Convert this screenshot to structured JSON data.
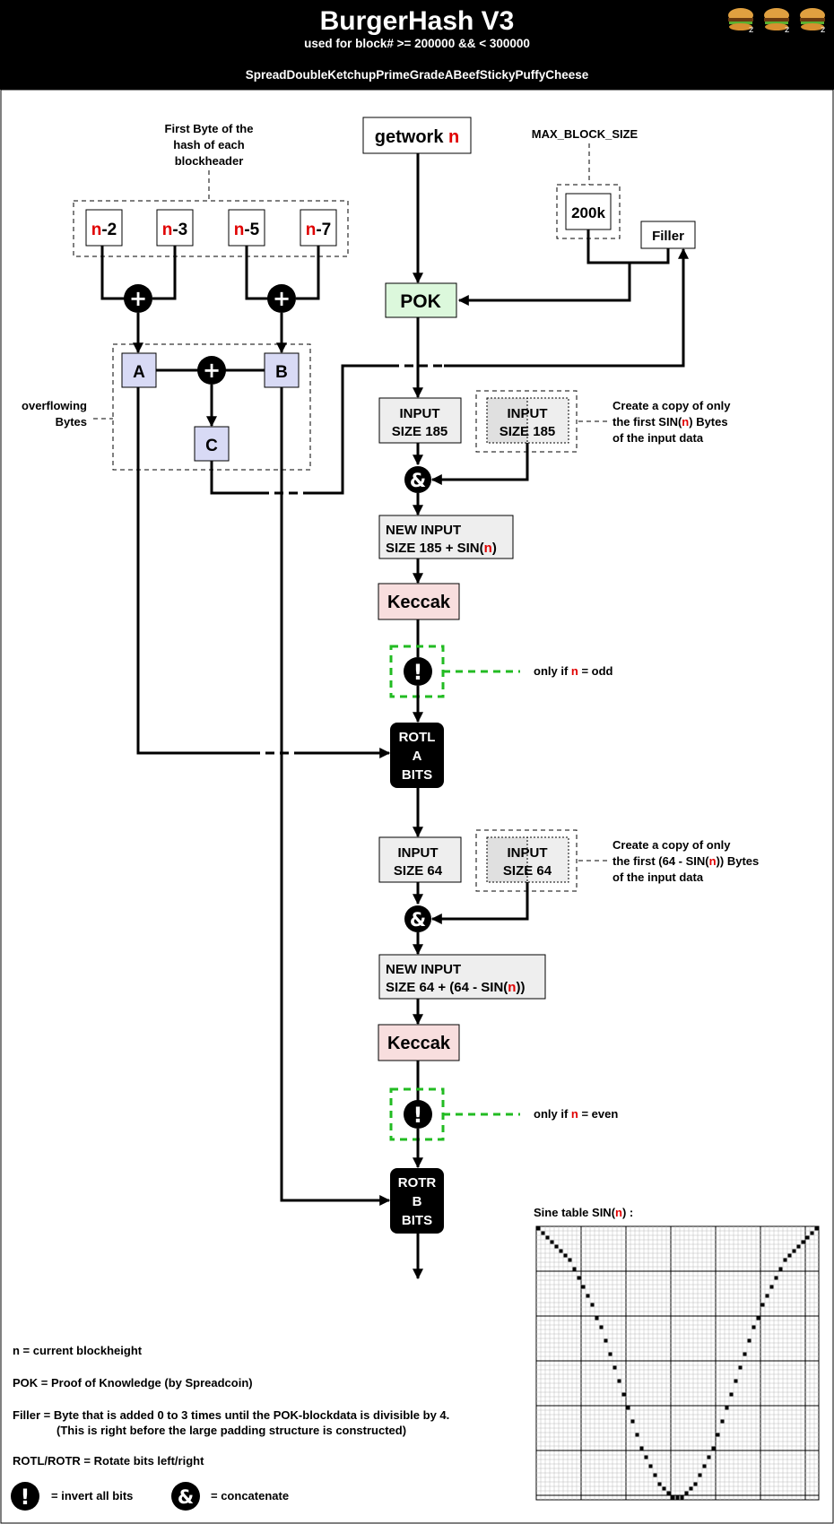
{
  "header": {
    "title": "BurgerHash V3",
    "subtitle": "used for block# >= 200000 && < 300000",
    "recipe": "SpreadDoubleKetchupPrimeGradeABeefStickyPuffyCheese"
  },
  "colors": {
    "header_bg": "#000000",
    "highlight_red": "#e00000",
    "pok_fill": "#dcf8dc",
    "ab_fill": "#d8daf5",
    "keccak_fill": "#f8dede",
    "input_fill": "#eeeeee",
    "optional_border": "#22bb22"
  },
  "diagram": {
    "first_byte_note": [
      "First Byte of the",
      "hash of each",
      "blockheader"
    ],
    "hash_refs": [
      {
        "var": "n",
        "suffix": "-2"
      },
      {
        "var": "n",
        "suffix": "-3"
      },
      {
        "var": "n",
        "suffix": "-5"
      },
      {
        "var": "n",
        "suffix": "-7"
      }
    ],
    "add_symbol": "+",
    "concat_symbol": "&",
    "invert_symbol": "!",
    "getwork_label": "getwork",
    "getwork_var": "n",
    "max_block_size_label": "MAX_BLOCK_SIZE",
    "size_200k": "200k",
    "filler_label": "Filler",
    "pok_label": "POK",
    "overflow_note": [
      "overflowing",
      "Bytes"
    ],
    "reg_a": "A",
    "reg_b": "B",
    "reg_c": "C",
    "input1": [
      "INPUT",
      "SIZE 185"
    ],
    "copy1_note_line1": "Create a copy of only",
    "copy1_note_line2_pre": "the first SIN(",
    "copy1_note_line2_var": "n",
    "copy1_note_line2_post": ") Bytes",
    "copy1_note_line3": "of the input data",
    "new_input1_line1": "NEW INPUT",
    "new_input1_line2_pre": "SIZE 185 + SIN(",
    "new_input1_line2_var": "n",
    "new_input1_line2_post": ")",
    "keccak_label": "Keccak",
    "odd_note_pre": "only if ",
    "odd_note_var": "n",
    "odd_note_post": " = odd",
    "rotl": [
      "ROTL",
      "A",
      "BITS"
    ],
    "input2": [
      "INPUT",
      "SIZE 64"
    ],
    "copy2_note_line1": "Create a copy of only",
    "copy2_note_line2_pre": "the first (64 - SIN(",
    "copy2_note_line2_var": "n",
    "copy2_note_line2_post": ")) Bytes",
    "copy2_note_line3": "of the input data",
    "new_input2_line1": "NEW INPUT",
    "new_input2_line2_pre": "SIZE 64 + (64 - SIN(",
    "new_input2_line2_var": "n",
    "new_input2_line2_post": "))",
    "even_note_pre": "only if ",
    "even_note_var": "n",
    "even_note_post": " = even",
    "rotr": [
      "ROTR",
      "B",
      "BITS"
    ]
  },
  "legend": {
    "n_def": "n = current blockheight",
    "pok_def": "POK = Proof of Knowledge (by Spreadcoin)",
    "filler_def_1": "Filler = Byte that is added 0 to 3 times until the POK-blockdata is divisible by 4.",
    "filler_def_2": "(This is right before the large padding structure is constructed)",
    "rot_def": "ROTL/ROTR = Rotate bits left/right",
    "invert_def": "= invert all bits",
    "concat_def": "= concatenate"
  },
  "sine_table": {
    "title_pre": "Sine table SIN(",
    "title_var": "n",
    "title_post": ") :",
    "values": [
      60,
      59,
      58,
      57,
      56,
      55,
      54,
      53,
      51,
      49,
      47,
      45,
      43,
      40,
      38,
      35,
      32,
      29,
      26,
      23,
      20,
      17,
      14,
      11,
      9,
      7,
      5,
      3,
      2,
      1,
      0,
      0,
      0,
      1,
      2,
      3,
      5,
      7,
      9,
      11,
      14,
      17,
      20,
      23,
      26,
      29,
      32,
      35,
      38,
      40,
      43,
      45,
      47,
      49,
      51,
      53,
      54,
      55,
      56,
      57,
      58,
      59,
      60
    ]
  }
}
